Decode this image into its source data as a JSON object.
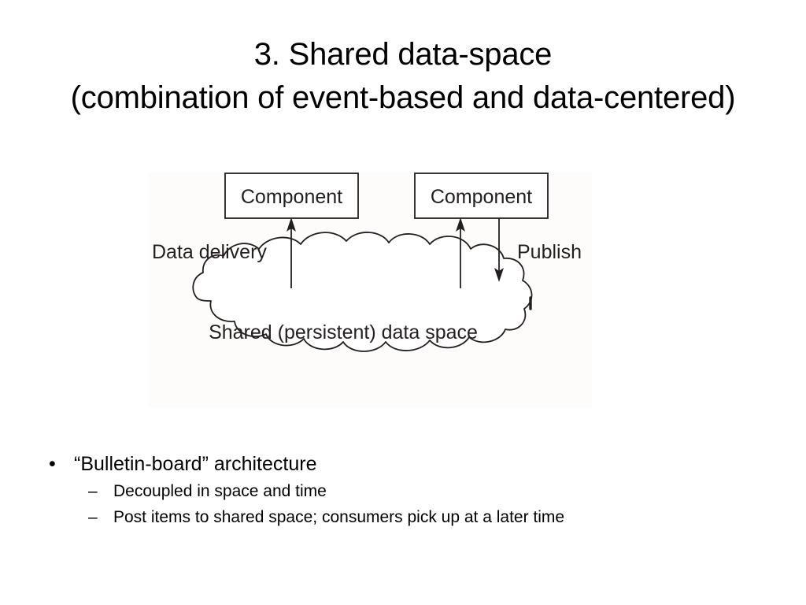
{
  "slide": {
    "title_lines": [
      "3. Shared data-space",
      "(combination of event-based and data-centered)"
    ],
    "background_color": "#ffffff",
    "text_color": "#000000"
  },
  "figure": {
    "background_color": "#fdfcfa",
    "stroke_color": "#231f20",
    "boxes": [
      {
        "label": "Component"
      },
      {
        "label": "Component"
      }
    ],
    "cloud_label": "Shared (persistent) data space",
    "annotations": [
      {
        "label": "Data delivery"
      },
      {
        "label": "Publish"
      }
    ],
    "arrows": [
      {
        "name": "data-delivery-arrow",
        "direction": "up"
      },
      {
        "name": "subscribe-arrow",
        "direction": "up"
      },
      {
        "name": "publish-arrow",
        "direction": "down"
      }
    ]
  },
  "bullets": {
    "level1": {
      "marker": "•",
      "text": "“Bulletin-board” architecture"
    },
    "level2": [
      {
        "marker": "–",
        "text": "Decoupled in space and time"
      },
      {
        "marker": "–",
        "text": "Post items to shared space; consumers pick up at a later time"
      }
    ]
  }
}
